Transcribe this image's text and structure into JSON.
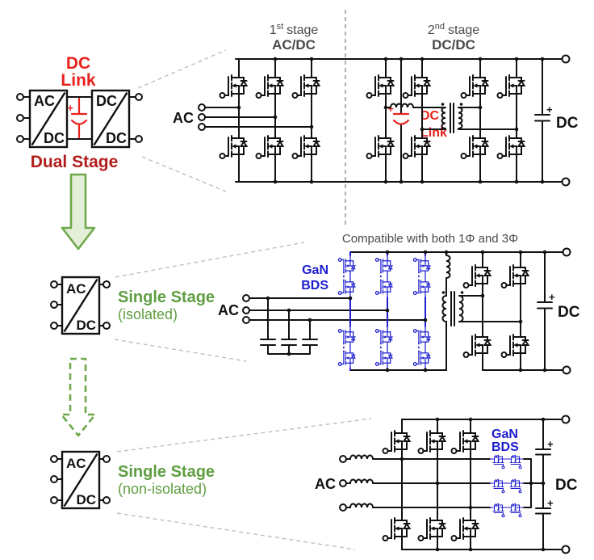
{
  "palette": {
    "red_bright": "#e8211d",
    "red_dark": "#b21d1b",
    "green": "#5f9e41",
    "blue": "#1d1dcf",
    "gray_text": "#4a4a4a"
  },
  "dual_stage": {
    "dc_link_line1": "DC",
    "dc_link_line2": "Link",
    "plus": "+",
    "box1_top": "AC",
    "box1_bottom": "DC",
    "box2_top": "DC",
    "box2_bottom": "DC",
    "label": "Dual Stage"
  },
  "top_circuit": {
    "stage1_num": "1",
    "stage1_sup": "st",
    "stage1_word": "stage",
    "stage1_type": "AC/DC",
    "stage2_num": "2",
    "stage2_sup": "nd",
    "stage2_word": "stage",
    "stage2_type": "DC/DC",
    "ac": "AC",
    "dc_link_plus": "+",
    "dc_link_line1": "DC",
    "dc_link_line2": "Link",
    "out_plus": "+",
    "dc": "DC"
  },
  "single_stage_isolated": {
    "box_top": "AC",
    "box_bottom": "DC",
    "title": "Single Stage",
    "subtitle": "(isolated)"
  },
  "mid_circuit": {
    "note": "Compatible with both 1Φ and 3Φ",
    "gan_line1": "GaN",
    "gan_line2": "BDS",
    "ac": "AC",
    "out_plus": "+",
    "dc": "DC"
  },
  "single_stage_nonisolated": {
    "box_top": "AC",
    "box_bottom": "DC",
    "title": "Single Stage",
    "subtitle": "(non-isolated)"
  },
  "bottom_circuit": {
    "gan_line1": "GaN",
    "gan_line2": "BDS",
    "ac": "AC",
    "plus_top": "+",
    "plus_bottom": "+",
    "dc": "DC"
  }
}
